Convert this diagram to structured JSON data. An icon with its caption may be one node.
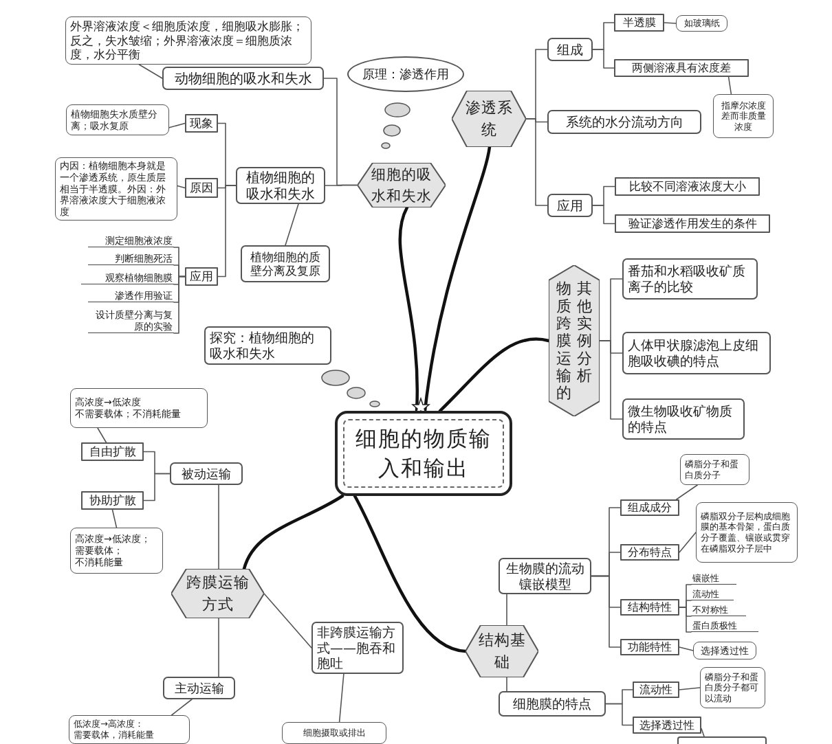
{
  "diagram": {
    "nodes": [
      {
        "text": [
          "细胞的物质输入和输出"
        ]
      },
      {
        "text": [
          "细胞的吸水和失水"
        ]
      },
      {
        "text": [
          "原理：渗透作用"
        ]
      },
      {
        "text": [
          "动物细胞的吸水和失水"
        ]
      },
      {
        "text": [
          "外界溶液浓度＜细胞质浓度，细胞吸水膨胀；反之，失水皱缩；外界溶液浓度＝细胞质浓度，水分平衡"
        ]
      },
      {
        "text": [
          "植物细胞的吸水和失水"
        ]
      },
      {
        "text": [
          "现象"
        ]
      },
      {
        "text": [
          "植物细胞失水质壁分离；吸水复原"
        ]
      },
      {
        "text": [
          "原因"
        ]
      },
      {
        "text": [
          "内因：植物细胞本身就是一个渗透系统，原生质层相当于半透膜。外因：外界溶液浓度大于细胞液浓度"
        ]
      },
      {
        "text": [
          "应用"
        ]
      },
      {
        "text": [
          "测定细胞液浓度"
        ]
      },
      {
        "text": [
          "判断细胞死活"
        ]
      },
      {
        "text": [
          "观察植物细胞膜"
        ]
      },
      {
        "text": [
          "渗透作用验证"
        ]
      },
      {
        "text": [
          "设计质壁分离与复原的实验"
        ]
      },
      {
        "text": [
          "植物细胞的质壁分离及复原"
        ]
      },
      {
        "text": [
          "渗透系统"
        ]
      },
      {
        "text": [
          "组成"
        ]
      },
      {
        "text": [
          "半透膜"
        ]
      },
      {
        "text": [
          "如玻璃纸"
        ]
      },
      {
        "text": [
          "两侧溶液具有浓度差"
        ]
      },
      {
        "text": [
          "指摩尔浓度差而非质量浓度"
        ]
      },
      {
        "text": [
          "系统的水分流动方向"
        ]
      },
      {
        "text": [
          "应用"
        ]
      },
      {
        "text": [
          "比较不同溶液浓度大小"
        ]
      },
      {
        "text": [
          "验证渗透作用发生的条件"
        ]
      },
      {
        "text": [
          "物质跨膜运输的其他实例分析"
        ]
      },
      {
        "text": [
          "番茄和水稻吸收矿质离子的比较"
        ]
      },
      {
        "text": [
          "人体甲状腺滤泡上皮细胞吸收碘的特点"
        ]
      },
      {
        "text": [
          "微生物吸收矿物质的特点"
        ]
      },
      {
        "text": [
          "探究：植物细胞的吸水和失水"
        ]
      },
      {
        "text": [
          "跨膜运输方式"
        ]
      },
      {
        "text": [
          "被动运输"
        ]
      },
      {
        "text": [
          "自由扩散"
        ]
      },
      {
        "text": [
          "高浓度→低浓度",
          "不需要载体；不消耗能量"
        ]
      },
      {
        "text": [
          "协助扩散"
        ]
      },
      {
        "text": [
          "高浓度→低浓度；",
          "需要载体；",
          "不消耗能量"
        ]
      },
      {
        "text": [
          "主动运输"
        ]
      },
      {
        "text": [
          "低浓度→高浓度：",
          "需要载体，消耗能量"
        ]
      },
      {
        "text": [
          "非跨膜运输方式——胞吞和胞吐"
        ]
      },
      {
        "text": [
          "细胞摄取或排出"
        ]
      },
      {
        "text": [
          "结构基础"
        ]
      },
      {
        "text": [
          "生物膜的流动镶嵌模型"
        ]
      },
      {
        "text": [
          "组成成分"
        ]
      },
      {
        "text": [
          "磷脂分子和蛋白质分子"
        ]
      },
      {
        "text": [
          "分布特点"
        ]
      },
      {
        "text": [
          "磷脂双分子层构成细胞膜的基本骨架，蛋白质分子覆盖、镶嵌或贯穿在磷脂双分子层中"
        ]
      },
      {
        "text": [
          "结构特性"
        ]
      },
      {
        "text": [
          "镶嵌性"
        ]
      },
      {
        "text": [
          "流动性"
        ]
      },
      {
        "text": [
          "不对称性"
        ]
      },
      {
        "text": [
          "蛋白质极性"
        ]
      },
      {
        "text": [
          "功能特性"
        ]
      },
      {
        "text": [
          "选择透过性"
        ]
      },
      {
        "text": [
          "细胞膜的特点"
        ]
      },
      {
        "text": [
          "流动性"
        ]
      },
      {
        "text": [
          "磷脂分子和蛋白质分子都可以流动"
        ]
      },
      {
        "text": [
          "选择透过性"
        ]
      },
      {
        "text": [],
        "shape": "box"
      }
    ],
    "edges": [
      {
        "from": 0,
        "to": 1,
        "arrow": "none",
        "style": "thick"
      },
      {
        "from": 0,
        "to": 17,
        "arrow": "none",
        "style": "thick"
      },
      {
        "from": 0,
        "to": 27,
        "arrow": "none",
        "style": "thick"
      },
      {
        "from": 0,
        "to": 32,
        "arrow": "none",
        "style": "thick"
      },
      {
        "from": 0,
        "to": 42,
        "arrow": "none",
        "style": "thick"
      },
      {
        "from": 1,
        "to": 3,
        "arrow": "none"
      },
      {
        "from": 1,
        "to": 5,
        "arrow": "none"
      },
      {
        "from": 4,
        "to": 3,
        "arrow": "none"
      },
      {
        "from": 5,
        "to": 6,
        "arrow": "none"
      },
      {
        "from": 5,
        "to": 8,
        "arrow": "none"
      },
      {
        "from": 5,
        "to": 10,
        "arrow": "none"
      },
      {
        "from": 7,
        "to": 6,
        "arrow": "none"
      },
      {
        "from": 9,
        "to": 8,
        "arrow": "none"
      },
      {
        "from": 10,
        "to": 11,
        "arrow": "none"
      },
      {
        "from": 10,
        "to": 12,
        "arrow": "none"
      },
      {
        "from": 10,
        "to": 13,
        "arrow": "none"
      },
      {
        "from": 10,
        "to": 14,
        "arrow": "none"
      },
      {
        "from": 10,
        "to": 15,
        "arrow": "none"
      },
      {
        "from": 16,
        "to": 5,
        "arrow": "none"
      },
      {
        "from": 17,
        "to": 18,
        "arrow": "none"
      },
      {
        "from": 17,
        "to": 23,
        "arrow": "none"
      },
      {
        "from": 17,
        "to": 24,
        "arrow": "none"
      },
      {
        "from": 18,
        "to": 19,
        "arrow": "none"
      },
      {
        "from": 18,
        "to": 21,
        "arrow": "none"
      },
      {
        "from": 20,
        "to": 19,
        "arrow": "none"
      },
      {
        "from": 22,
        "to": 21,
        "arrow": "none"
      },
      {
        "from": 24,
        "to": 25,
        "arrow": "none"
      },
      {
        "from": 24,
        "to": 26,
        "arrow": "none"
      },
      {
        "from": 27,
        "to": 28,
        "arrow": "none"
      },
      {
        "from": 27,
        "to": 29,
        "arrow": "none"
      },
      {
        "from": 27,
        "to": 30,
        "arrow": "none"
      },
      {
        "from": 32,
        "to": 33,
        "arrow": "none"
      },
      {
        "from": 32,
        "to": 38,
        "arrow": "none"
      },
      {
        "from": 32,
        "to": 40,
        "arrow": "none"
      },
      {
        "from": 33,
        "to": 34,
        "arrow": "none"
      },
      {
        "from": 33,
        "to": 36,
        "arrow": "none"
      },
      {
        "from": 35,
        "to": 34,
        "arrow": "none"
      },
      {
        "from": 37,
        "to": 36,
        "arrow": "none"
      },
      {
        "from": 39,
        "to": 38,
        "arrow": "none"
      },
      {
        "from": 41,
        "to": 40,
        "arrow": "none"
      },
      {
        "from": 42,
        "to": 43,
        "arrow": "none"
      },
      {
        "from": 42,
        "to": 55,
        "arrow": "none"
      },
      {
        "from": 43,
        "to": 44,
        "arrow": "none"
      },
      {
        "from": 43,
        "to": 46,
        "arrow": "none"
      },
      {
        "from": 43,
        "to": 48,
        "arrow": "none"
      },
      {
        "from": 43,
        "to": 53,
        "arrow": "none"
      },
      {
        "from": 45,
        "to": 44,
        "arrow": "none"
      },
      {
        "from": 47,
        "to": 46,
        "arrow": "none"
      },
      {
        "from": 48,
        "to": 49,
        "arrow": "none"
      },
      {
        "from": 48,
        "to": 50,
        "arrow": "none"
      },
      {
        "from": 48,
        "to": 51,
        "arrow": "none"
      },
      {
        "from": 48,
        "to": 52,
        "arrow": "none"
      },
      {
        "from": 54,
        "to": 53,
        "arrow": "none"
      },
      {
        "from": 55,
        "to": 56,
        "arrow": "none"
      },
      {
        "from": 55,
        "to": 58,
        "arrow": "none"
      },
      {
        "from": 57,
        "to": 56,
        "arrow": "none"
      },
      {
        "from": 59,
        "to": 58,
        "arrow": "none"
      }
    ]
  }
}
